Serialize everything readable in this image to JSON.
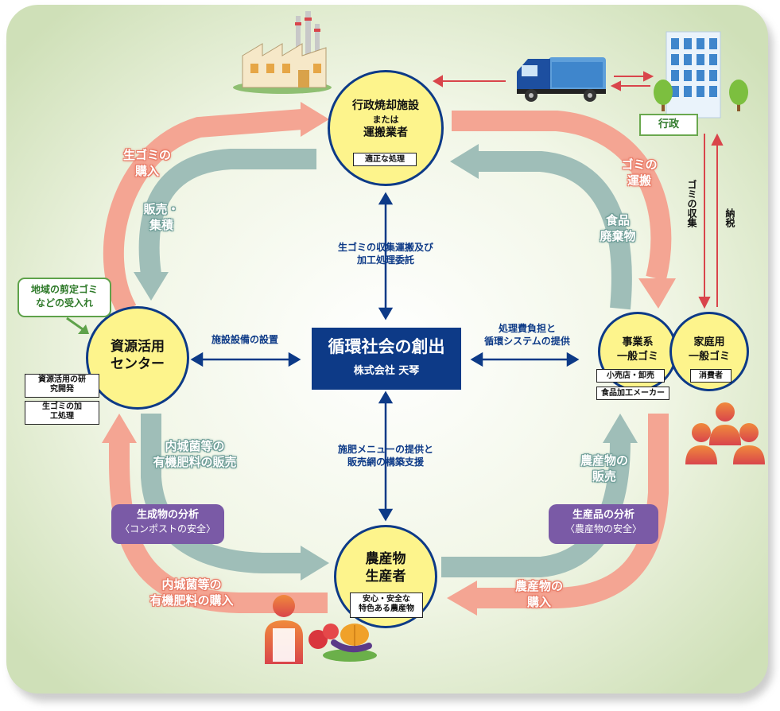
{
  "center": {
    "title": "循環社会の創出",
    "company": "株式会社 天琴"
  },
  "nodes": {
    "incineration": {
      "line1": "行政焼却施設",
      "line2": "または",
      "line3": "運搬業者",
      "tag": "適正な処理"
    },
    "resource_center": {
      "line1": "資源活用",
      "line2": "センター",
      "tags": [
        "資源活用の研究開発",
        "生ゴミの加工処理"
      ]
    },
    "business_waste": {
      "line1": "事業系",
      "line2": "一般ゴミ",
      "tags": [
        "小売店・卸売",
        "食品加工メーカー"
      ]
    },
    "household_waste": {
      "line1": "家庭用",
      "line2": "一般ゴミ",
      "tag": "消費者"
    },
    "farmer": {
      "line1": "農産物",
      "line2": "生産者",
      "tag1": "安心・安全な",
      "tag2": "特色ある農産物"
    }
  },
  "flow_labels": {
    "buy_garbage": {
      "l1": "生ゴミの",
      "l2": "購入"
    },
    "sell_collect": {
      "l1": "販売・",
      "l2": "集積"
    },
    "garbage_transport": {
      "l1": "ゴミの",
      "l2": "運搬"
    },
    "food_waste": {
      "l1": "食品",
      "l2": "廃棄物"
    },
    "fertilizer_sales": {
      "l1": "内城菌等の",
      "l2": "有機肥料の販売"
    },
    "fertilizer_buy": {
      "l1": "内城菌等の",
      "l2": "有機肥料の購入"
    },
    "produce_sales": {
      "l1": "農産物の",
      "l2": "販売"
    },
    "produce_buy": {
      "l1": "農産物の",
      "l2": "購入"
    }
  },
  "center_links": {
    "top": {
      "l1": "生ゴミの収集運搬及び",
      "l2": "加工処理委託"
    },
    "left": "施設設備の設置",
    "right": {
      "l1": "処理費負担と",
      "l2": "循環システムの提供"
    },
    "bottom": {
      "l1": "施肥メニューの提供と",
      "l2": "販売網の構築支援"
    }
  },
  "analysis": {
    "left": {
      "title": "生成物の分析",
      "sub": "〈コンポストの安全〉"
    },
    "right": {
      "title": "生産品の分析",
      "sub": "〈農産物の安全〉"
    }
  },
  "side": {
    "pruning": {
      "l1": "地域の剪定ゴミ",
      "l2": "などの受入れ"
    },
    "government": "行政",
    "garbage_collection": "ゴミの収集",
    "tax": "納税"
  },
  "icons": [
    "factory-icon",
    "truck-icon",
    "building-icon",
    "tree-icon",
    "people-icon",
    "farmer-icon",
    "vegetables-icon"
  ],
  "colors": {
    "salmon": "#f4a593",
    "teal": "#9fbeb8",
    "navy": "#0d3a87",
    "yellow": "#fdf48c",
    "purple": "#7a5aa6",
    "red": "#d9454b"
  }
}
